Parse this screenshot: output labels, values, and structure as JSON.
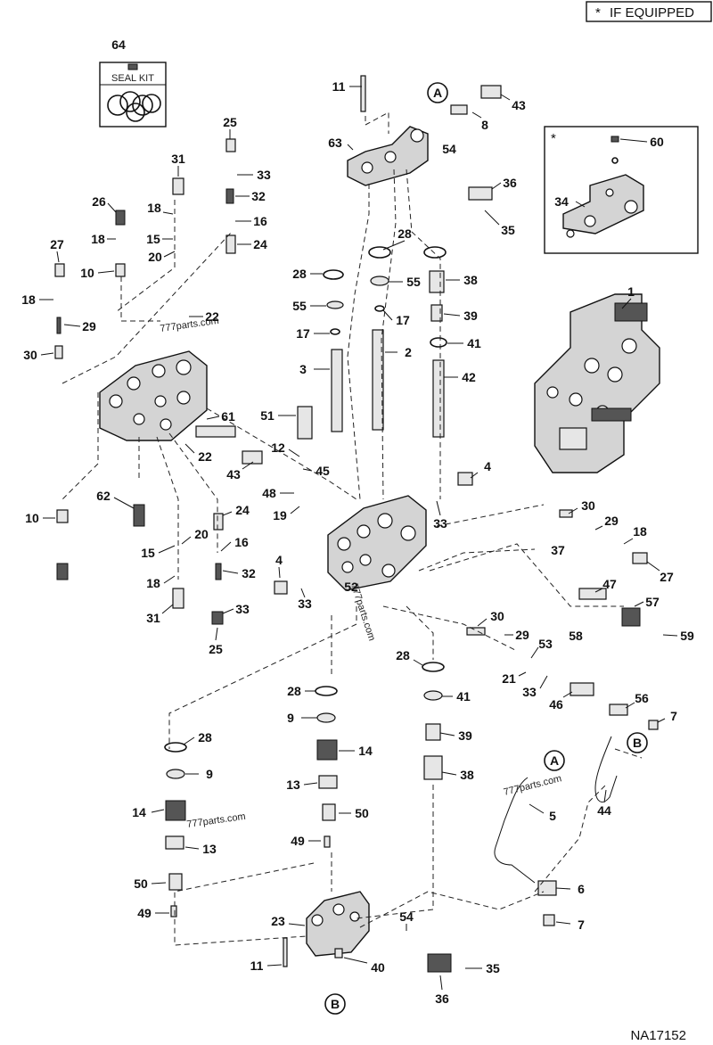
{
  "header": {
    "note_star": "*",
    "note_text": "IF EQUIPPED"
  },
  "drawing_number": "NA17152",
  "seal_kit_label": "SEAL KIT",
  "inset_star": "*",
  "watermarks": [
    "777parts.com",
    "777parts.com",
    "777parts.com",
    "777parts.com"
  ],
  "callouts": [
    "A",
    "B",
    "A",
    "B"
  ],
  "labels": [
    "64",
    "11",
    "A",
    "8",
    "43",
    "63",
    "54",
    "36",
    "35",
    "60",
    "34",
    "25",
    "31",
    "33",
    "26",
    "32",
    "18",
    "16",
    "27",
    "15",
    "24",
    "20",
    "18",
    "10",
    "28",
    "28",
    "55",
    "38",
    "55",
    "18",
    "29",
    "39",
    "17",
    "22",
    "17",
    "1",
    "41",
    "30",
    "2",
    "3",
    "42",
    "61",
    "51",
    "22",
    "12",
    "43",
    "4",
    "45",
    "48",
    "62",
    "19",
    "33",
    "30",
    "10",
    "24",
    "29",
    "20",
    "18",
    "16",
    "15",
    "37",
    "4",
    "32",
    "27",
    "18",
    "33",
    "47",
    "52",
    "57",
    "31",
    "33",
    "25",
    "58",
    "59",
    "30",
    "29",
    "53",
    "28",
    "21",
    "33",
    "28",
    "41",
    "56",
    "46",
    "7",
    "9",
    "39",
    "28",
    "14",
    "B",
    "38",
    "9",
    "13",
    "A",
    "14",
    "50",
    "5",
    "44",
    "13",
    "49",
    "50",
    "6",
    "49",
    "23",
    "54",
    "7",
    "11",
    "40",
    "35",
    "36",
    "B"
  ]
}
